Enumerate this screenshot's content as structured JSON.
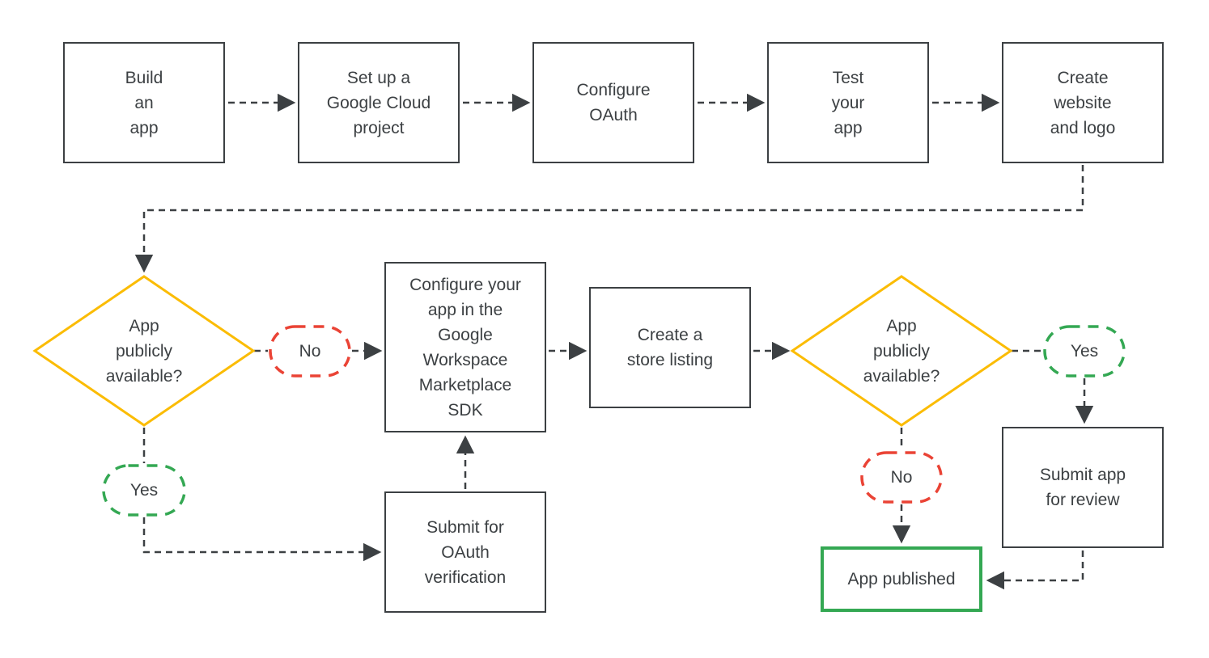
{
  "flowchart": {
    "colors": {
      "line": "#3c4043",
      "text": "#3c4043",
      "box_border": "#3c4043",
      "decision_border": "#FBBC04",
      "yes_border": "#34A853",
      "no_border": "#EA4335",
      "published_border": "#34A853"
    },
    "nodes": {
      "build_app": "Build\nan\napp",
      "setup_project": "Set up a\nGoogle Cloud\nproject",
      "configure_oauth": "Configure\nOAuth",
      "test_app": "Test\nyour\napp",
      "create_website": "Create\nwebsite\nand logo",
      "decision_left": "App\npublicly\navailable?",
      "no_left": "No",
      "yes_left": "Yes",
      "configure_sdk": "Configure your\napp in the\nGoogle\nWorkspace\nMarketplace\nSDK",
      "store_listing": "Create a\nstore listing",
      "submit_oauth": "Submit for\nOAuth\nverification",
      "decision_right": "App\npublicly\navailable?",
      "yes_right": "Yes",
      "no_right": "No",
      "submit_review": "Submit app\nfor review",
      "app_published": "App published"
    }
  }
}
